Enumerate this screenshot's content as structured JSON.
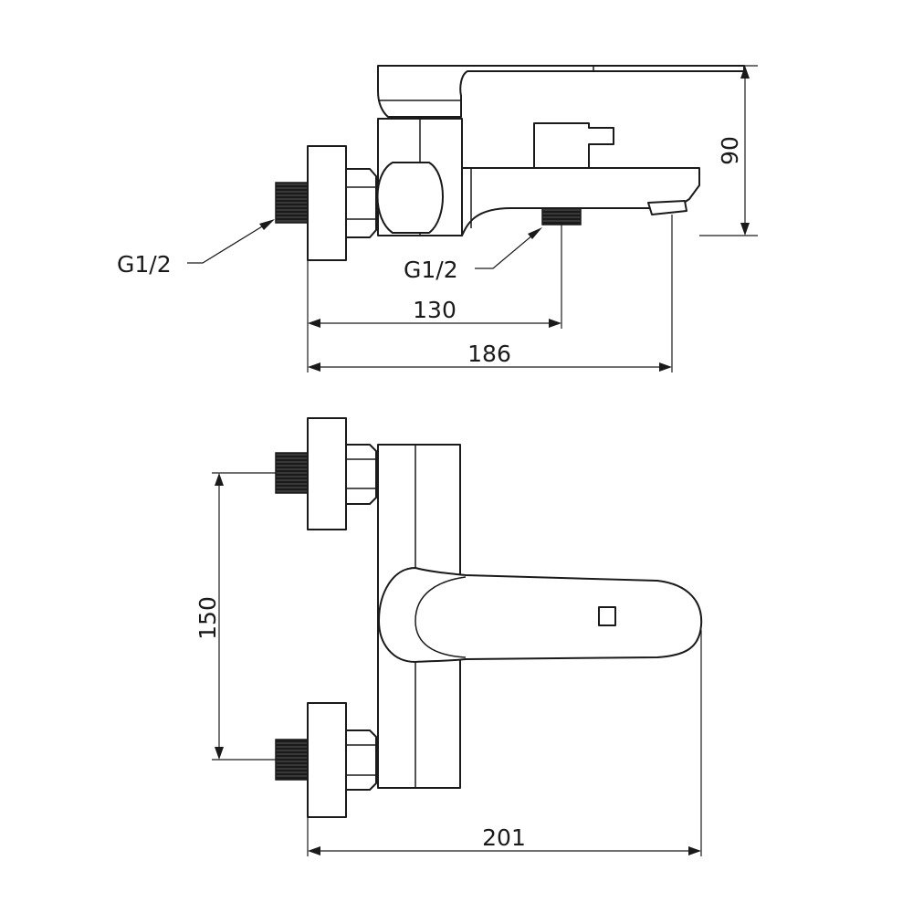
{
  "labels": {
    "height": "90",
    "inlet_thread": "G1/2",
    "outlet_thread": "G1/2",
    "spout_outlet_distance": "130",
    "spout_length": "186",
    "inlet_spacing": "150",
    "total_depth": "201"
  },
  "colors": {
    "line": "#1a1a1a",
    "background": "#ffffff"
  }
}
